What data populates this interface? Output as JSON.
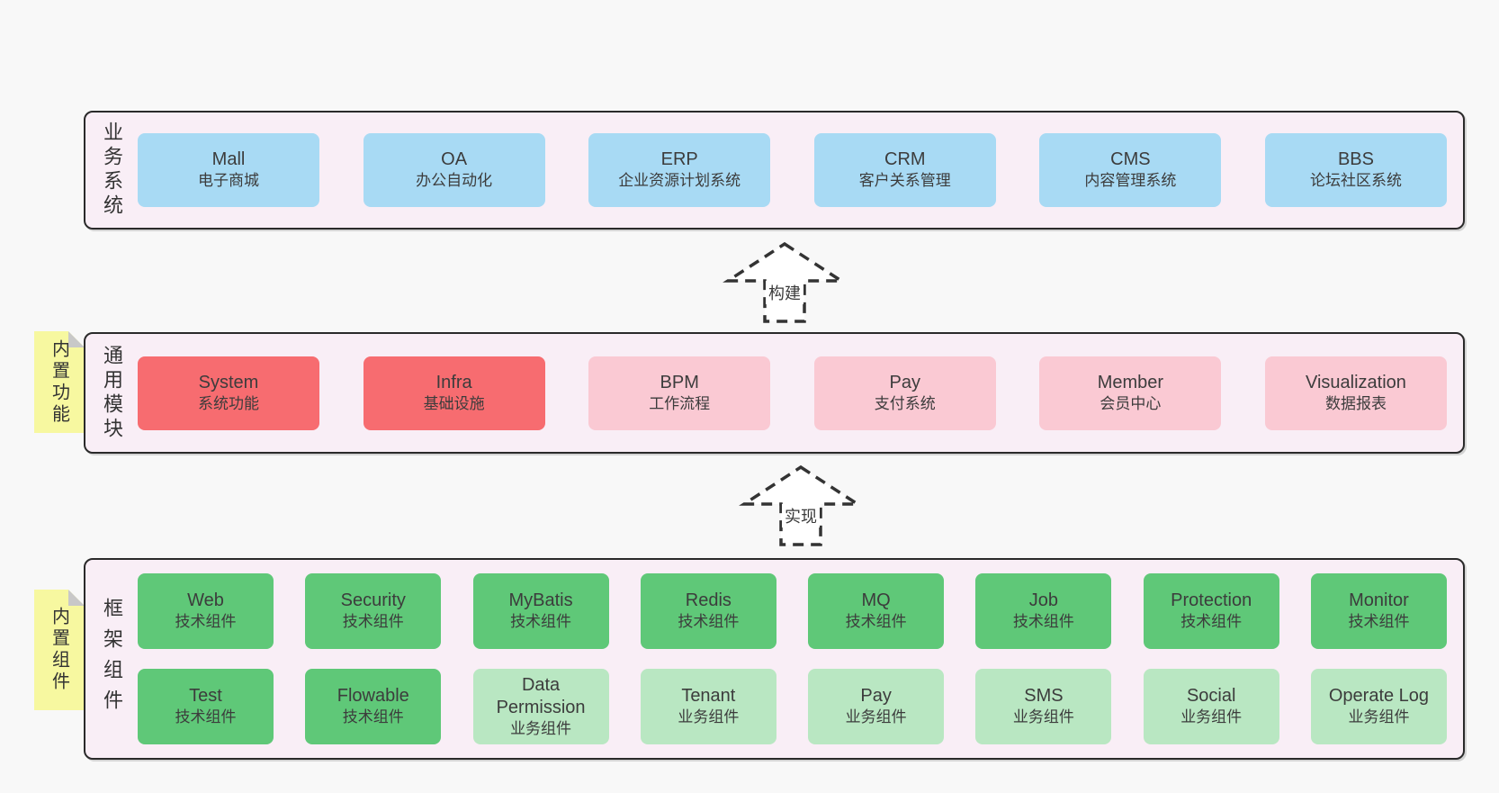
{
  "palette": {
    "page_bg": "#f8f8f8",
    "layer_bg": "#f9eef6",
    "layer_border": "#2a2a2a",
    "blue": "#a8daf4",
    "red": "#f76c70",
    "pink": "#fac9d3",
    "green": "#5fc878",
    "light_green": "#b9e7c2",
    "note_yellow": "#f7f8a0",
    "note_fold": "#c8c8c8",
    "arrow_stroke": "#333333",
    "arrow_fill": "#ffffff",
    "text": "#3c3c3c"
  },
  "arrows": [
    {
      "label": "构建"
    },
    {
      "label": "实现"
    }
  ],
  "layers": [
    {
      "label": "业务系统",
      "rows": [
        [
          {
            "title": "Mall",
            "subtitle": "电子商城",
            "color": "blue"
          },
          {
            "title": "OA",
            "subtitle": "办公自动化",
            "color": "blue"
          },
          {
            "title": "ERP",
            "subtitle": "企业资源计划系统",
            "color": "blue"
          },
          {
            "title": "CRM",
            "subtitle": "客户关系管理",
            "color": "blue"
          },
          {
            "title": "CMS",
            "subtitle": "内容管理系统",
            "color": "blue"
          },
          {
            "title": "BBS",
            "subtitle": "论坛社区系统",
            "color": "blue"
          }
        ]
      ]
    },
    {
      "label": "通用模块",
      "note": "内置功能",
      "rows": [
        [
          {
            "title": "System",
            "subtitle": "系统功能",
            "color": "red"
          },
          {
            "title": "Infra",
            "subtitle": "基础设施",
            "color": "red"
          },
          {
            "title": "BPM",
            "subtitle": "工作流程",
            "color": "pink"
          },
          {
            "title": "Pay",
            "subtitle": "支付系统",
            "color": "pink"
          },
          {
            "title": "Member",
            "subtitle": "会员中心",
            "color": "pink"
          },
          {
            "title": "Visualization",
            "subtitle": "数据报表",
            "color": "pink"
          }
        ]
      ]
    },
    {
      "label": "框架组件",
      "note": "内置组件",
      "rows": [
        [
          {
            "title": "Web",
            "subtitle": "技术组件",
            "color": "green"
          },
          {
            "title": "Security",
            "subtitle": "技术组件",
            "color": "green"
          },
          {
            "title": "MyBatis",
            "subtitle": "技术组件",
            "color": "green"
          },
          {
            "title": "Redis",
            "subtitle": "技术组件",
            "color": "green"
          },
          {
            "title": "MQ",
            "subtitle": "技术组件",
            "color": "green"
          },
          {
            "title": "Job",
            "subtitle": "技术组件",
            "color": "green"
          },
          {
            "title": "Protection",
            "subtitle": "技术组件",
            "color": "green"
          },
          {
            "title": "Monitor",
            "subtitle": "技术组件",
            "color": "green"
          }
        ],
        [
          {
            "title": "Test",
            "subtitle": "技术组件",
            "color": "green"
          },
          {
            "title": "Flowable",
            "subtitle": "技术组件",
            "color": "green"
          },
          {
            "title": "Data Permission",
            "subtitle": "业务组件",
            "color": "lightgreen"
          },
          {
            "title": "Tenant",
            "subtitle": "业务组件",
            "color": "lightgreen"
          },
          {
            "title": "Pay",
            "subtitle": "业务组件",
            "color": "lightgreen"
          },
          {
            "title": "SMS",
            "subtitle": "业务组件",
            "color": "lightgreen"
          },
          {
            "title": "Social",
            "subtitle": "业务组件",
            "color": "lightgreen"
          },
          {
            "title": "Operate Log",
            "subtitle": "业务组件",
            "color": "lightgreen"
          }
        ]
      ]
    }
  ]
}
